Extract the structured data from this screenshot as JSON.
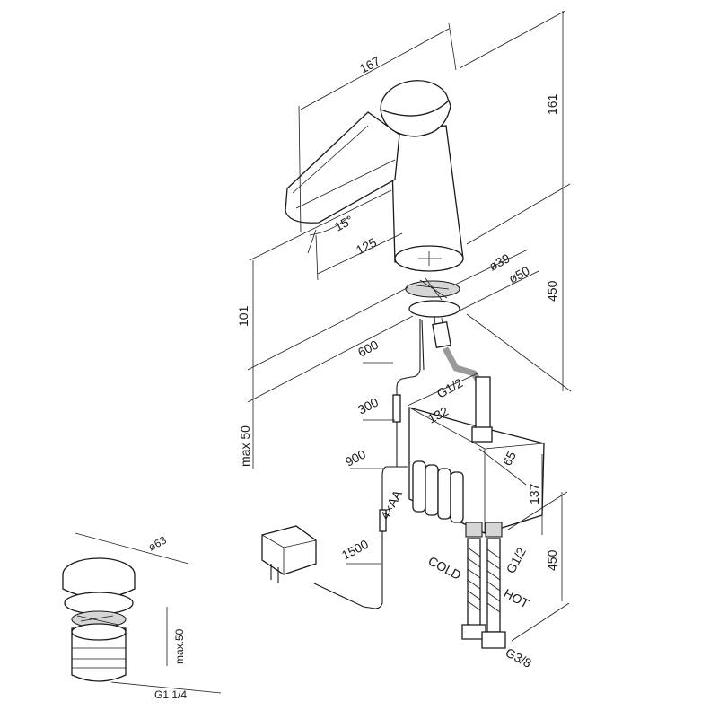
{
  "dimensions": {
    "d167": "167",
    "d161": "161",
    "d15deg": "15°",
    "d125": "125",
    "d39": "ø39",
    "d50": "ø50",
    "d450_top": "450",
    "d101": "101",
    "d600": "600",
    "dG12_a": "G1/2",
    "d300": "300",
    "d132": "132",
    "dmax50": "max 50",
    "d65": "65",
    "d900": "900",
    "d137": "137",
    "d4xAA": "4×AA",
    "d1500": "1500",
    "dG12_b": "G1/2",
    "d450_bot": "450",
    "cold": "COLD",
    "hot": "HOT",
    "dG38": "G3/8"
  },
  "waste": {
    "d63": "ø63",
    "max50": "max.50",
    "thread": "G1 1/4"
  }
}
